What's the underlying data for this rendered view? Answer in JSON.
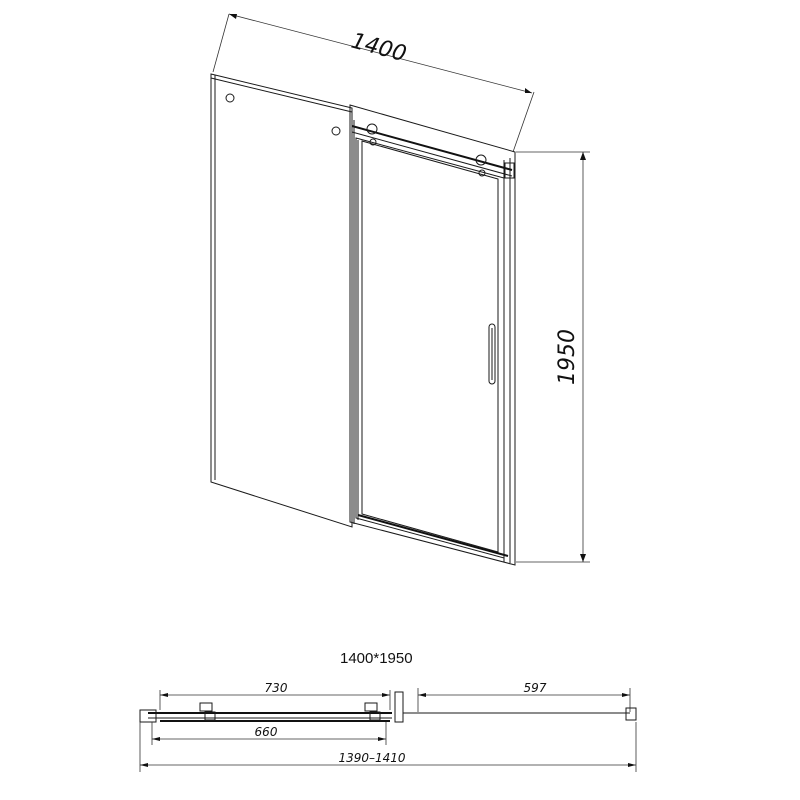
{
  "elevation": {
    "width_label": "1400",
    "height_label": "1950"
  },
  "plan": {
    "title": "1400*1950",
    "fixed_panel_label": "730",
    "opening_label": "597",
    "door_label": "660",
    "total_label": "1390–1410"
  }
}
